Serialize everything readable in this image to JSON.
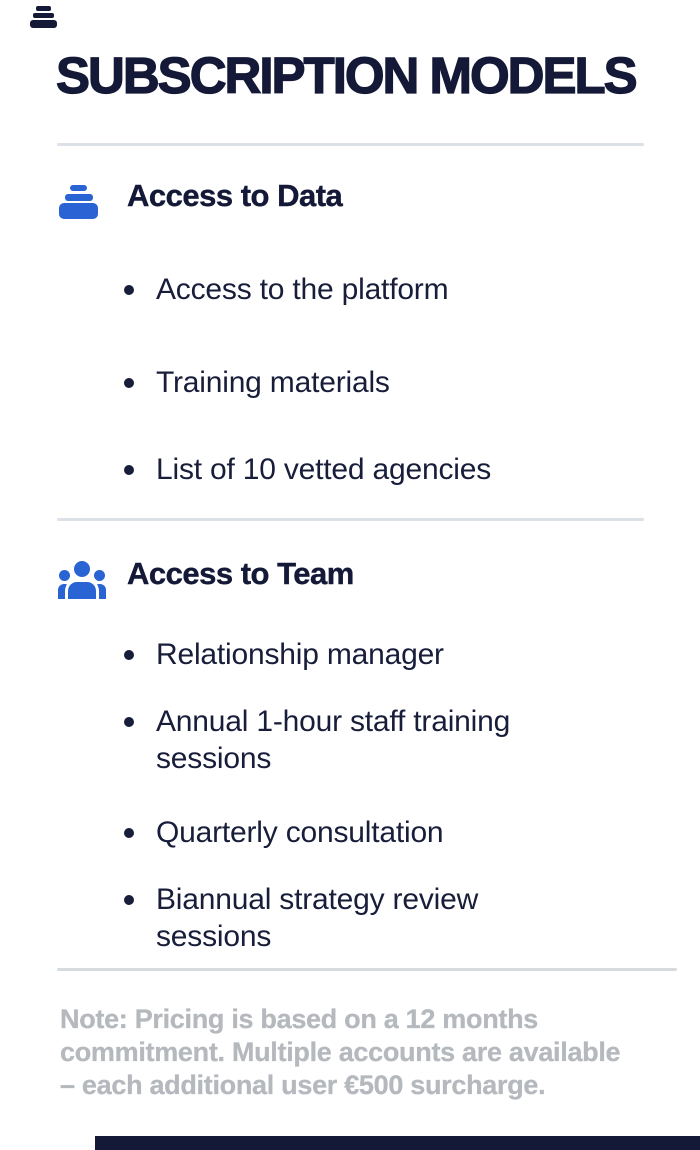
{
  "title": "SUBSCRIPTION MODELS",
  "sections": [
    {
      "heading": "Access to Data",
      "icon": "data-stack-icon",
      "bullets": [
        "Access to the platform",
        "Training materials",
        "List of 10 vetted agencies"
      ]
    },
    {
      "heading": "Access to Team",
      "icon": "team-icon",
      "bullets": [
        "Relationship manager",
        "Annual 1-hour staff training sessions",
        "Quarterly consultation",
        "Biannual strategy review sessions"
      ]
    }
  ],
  "note": {
    "text": "Note: Pricing is based on a 12 months commitment. Multiple accounts are available – each additional user €500 surcharge.",
    "lines": [
      "Note: Pricing is based on a 12 months",
      "commitment. Multiple accounts are available",
      "– each additional user €500 surcharge."
    ]
  },
  "colors": {
    "background": "#ffffff",
    "navy_text": "#141937",
    "bullet_text": "#181d3a",
    "accent_blue": "#2a63d3",
    "note_gray": "#b5b9be",
    "divider_gray": "#dce1e7"
  }
}
